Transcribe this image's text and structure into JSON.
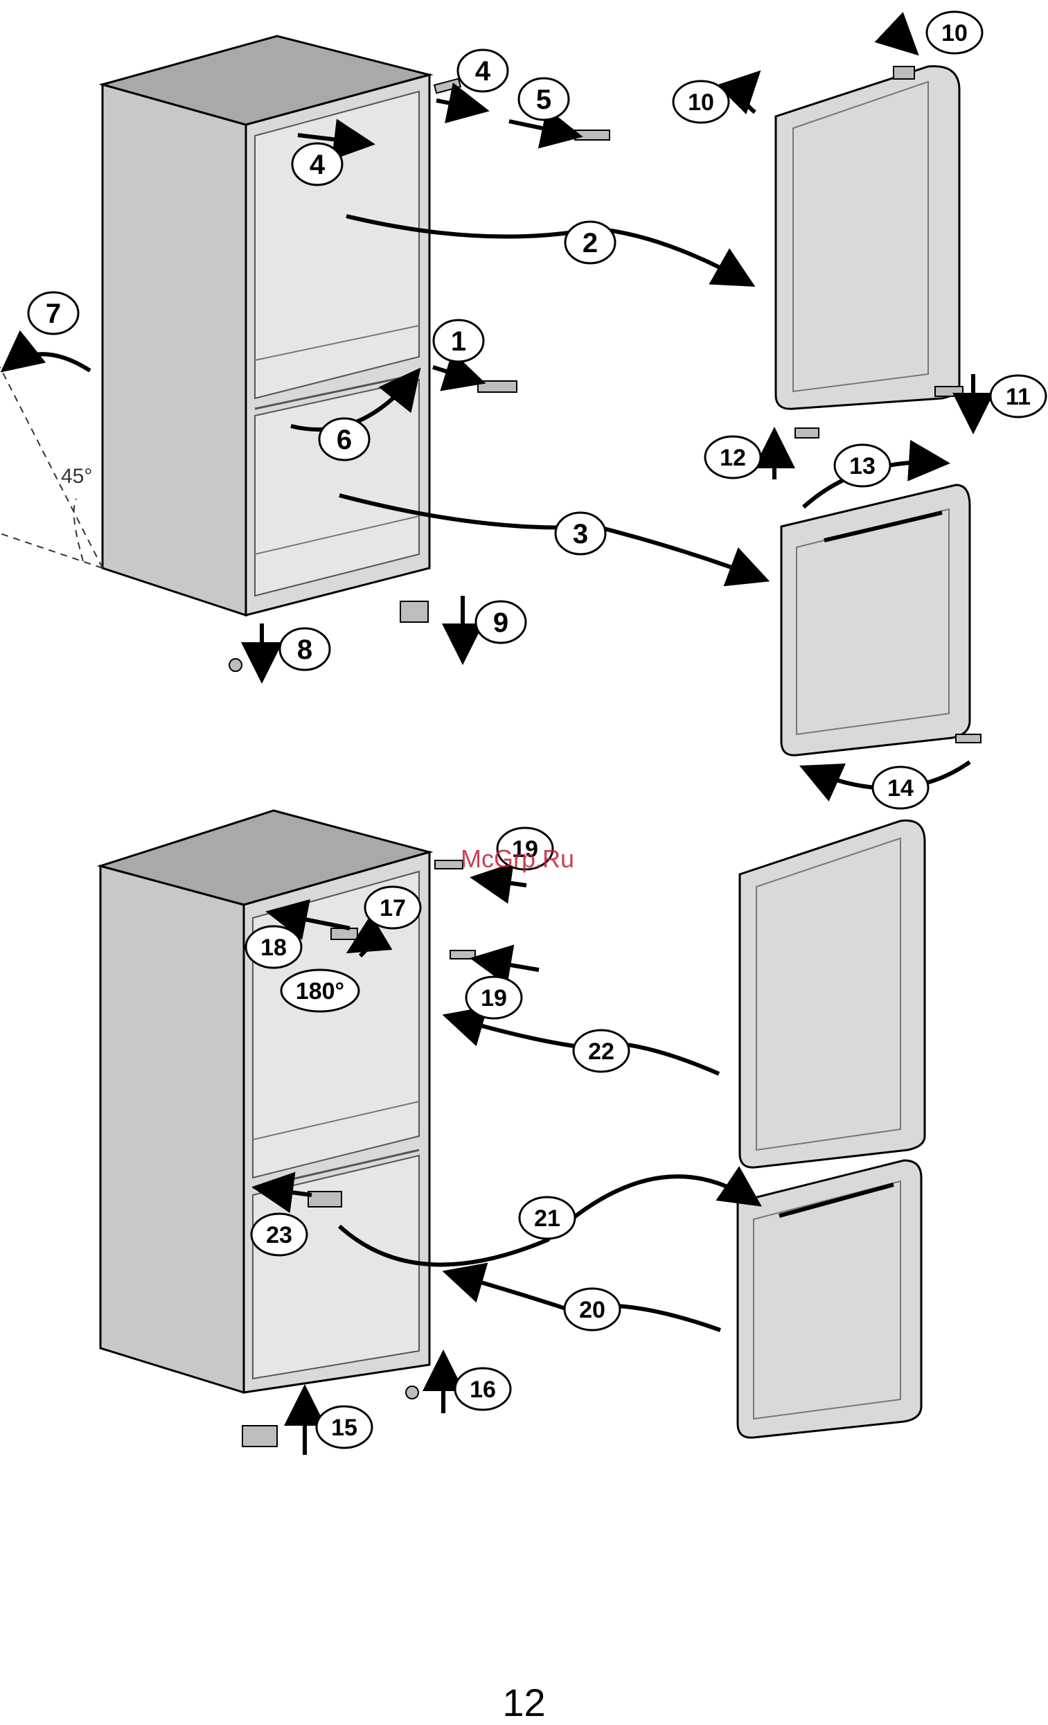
{
  "diagram": {
    "steps_upper": [
      "1",
      "2",
      "3",
      "4",
      "4",
      "5",
      "6",
      "7",
      "8",
      "9",
      "10",
      "10",
      "11",
      "12",
      "13",
      "14"
    ],
    "steps_lower": [
      "15",
      "16",
      "17",
      "18",
      "19",
      "19",
      "20",
      "21",
      "22",
      "23"
    ],
    "angle_rotation": "180°",
    "angle_tilt": "45°",
    "watermark": "McGrp.Ru"
  },
  "page": {
    "number": "12"
  },
  "colors": {
    "fridge_body": "#d9d9d9",
    "fridge_top": "#a9a9a9",
    "fridge_side": "#cfcfcf",
    "watermark": "#c0203a"
  }
}
